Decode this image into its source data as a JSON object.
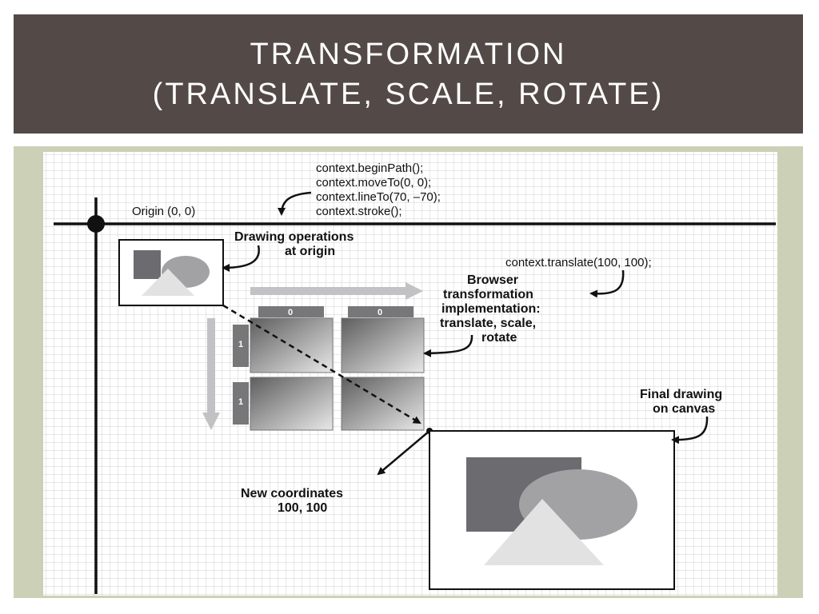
{
  "slide": {
    "title_line1": "TRANSFORMATION",
    "title_line2": "(TRANSLATE, SCALE, ROTATE)",
    "colors": {
      "title_bg": "#534a47",
      "frame_bg": "#ccd0b6"
    }
  },
  "figure": {
    "code_lines": [
      "context.beginPath();",
      "context.moveTo(0, 0);",
      "context.lineTo(70, –70);",
      "context.stroke();"
    ],
    "origin_label": "Origin (0, 0)",
    "drawing_ops_label": [
      "Drawing operations",
      "at origin"
    ],
    "translate_code": "context.translate(100, 100);",
    "browser_label": [
      "Browser",
      "transformation",
      "implementation:",
      "translate, scale,",
      "rotate"
    ],
    "final_label": [
      "Final drawing",
      "on canvas"
    ],
    "new_coords_label": [
      "New coordinates",
      "100, 100"
    ],
    "tile_tags": [
      "0",
      "0",
      "1",
      "1"
    ]
  }
}
